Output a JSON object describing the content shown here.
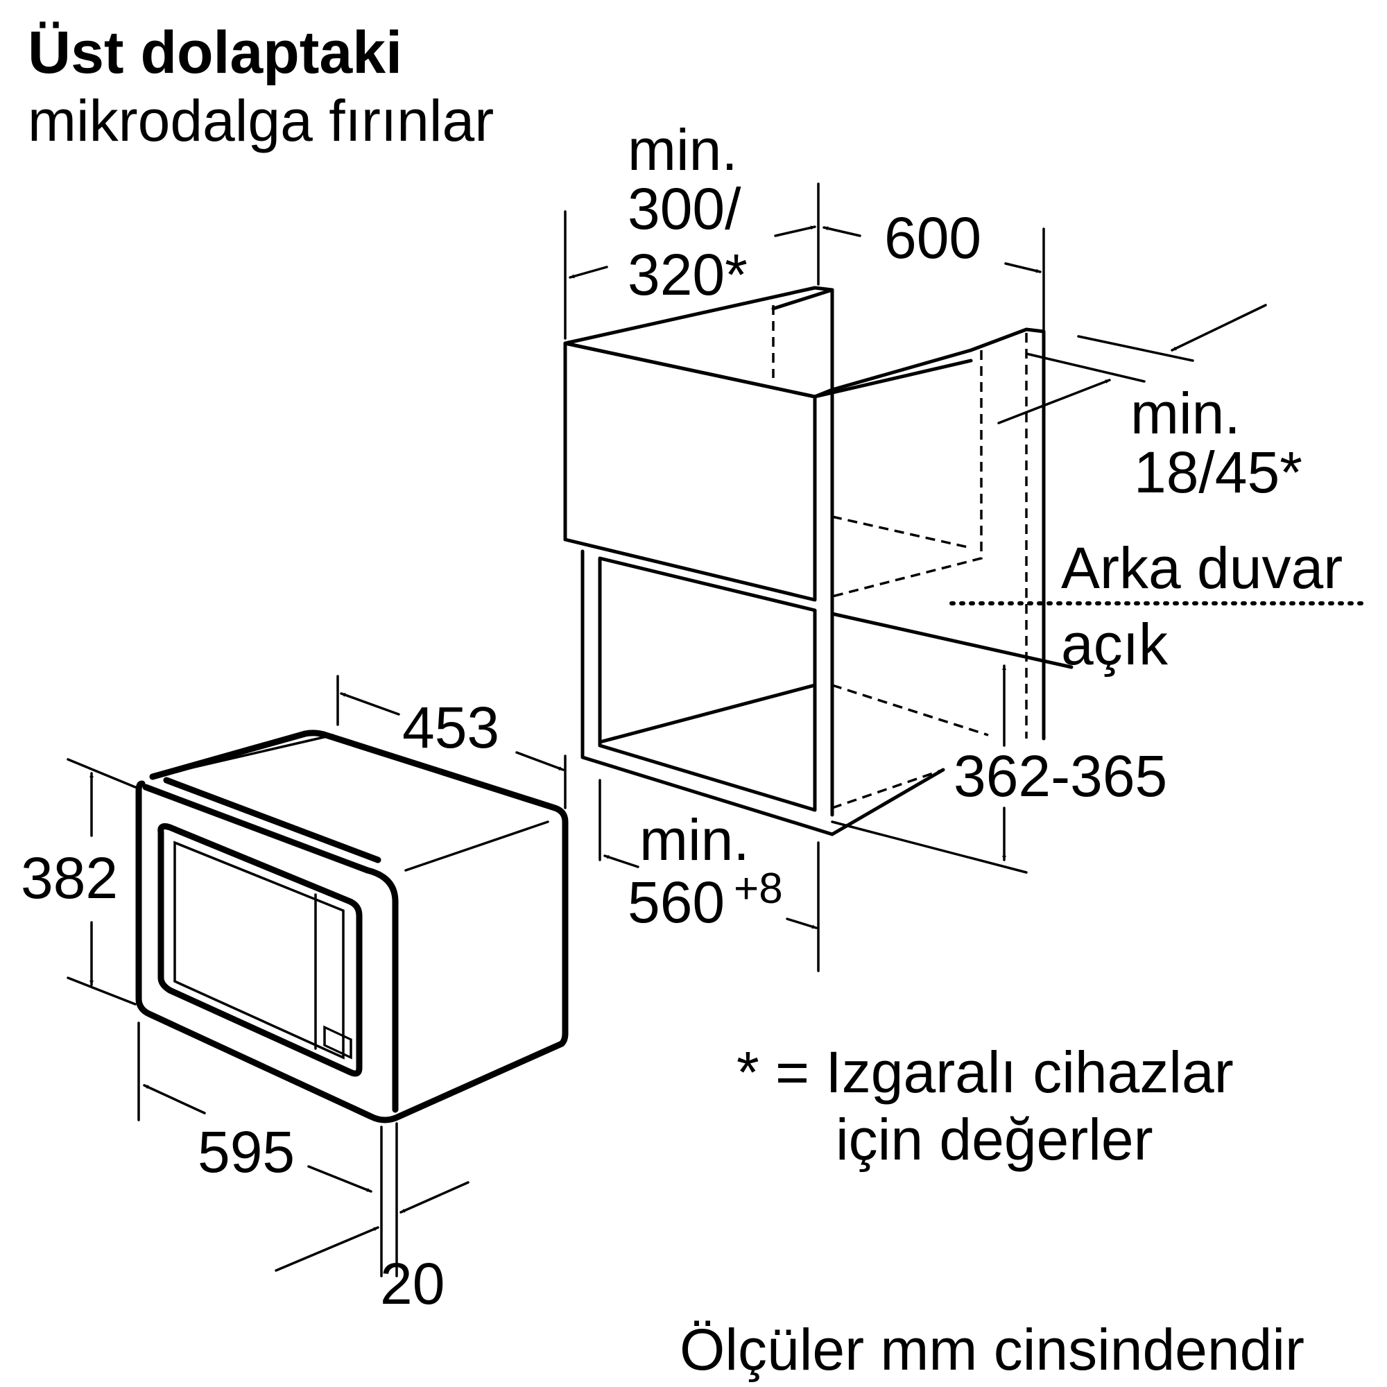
{
  "title": {
    "line1": "Üst dolaptaki",
    "line2": "mikrodalga fırınlar"
  },
  "dimensions": {
    "cabinet_depth": [
      "min.",
      "300/",
      "320*"
    ],
    "cabinet_width": "600",
    "rear_gap": [
      "min.",
      "18/45*"
    ],
    "rear_wall": "Arka duvar",
    "open": "açık",
    "niche_height": "362-365",
    "niche_width_prefix": "min.",
    "niche_width_value": "560",
    "niche_width_tolerance": "+8",
    "oven_depth": "453",
    "oven_height": "382",
    "oven_width": "595",
    "frame_thickness": "20"
  },
  "footnote": {
    "line1": "* = Izgaralı cihazlar",
    "line2": "için değerler"
  },
  "units_note": "Ölçüler mm cinsindendir"
}
